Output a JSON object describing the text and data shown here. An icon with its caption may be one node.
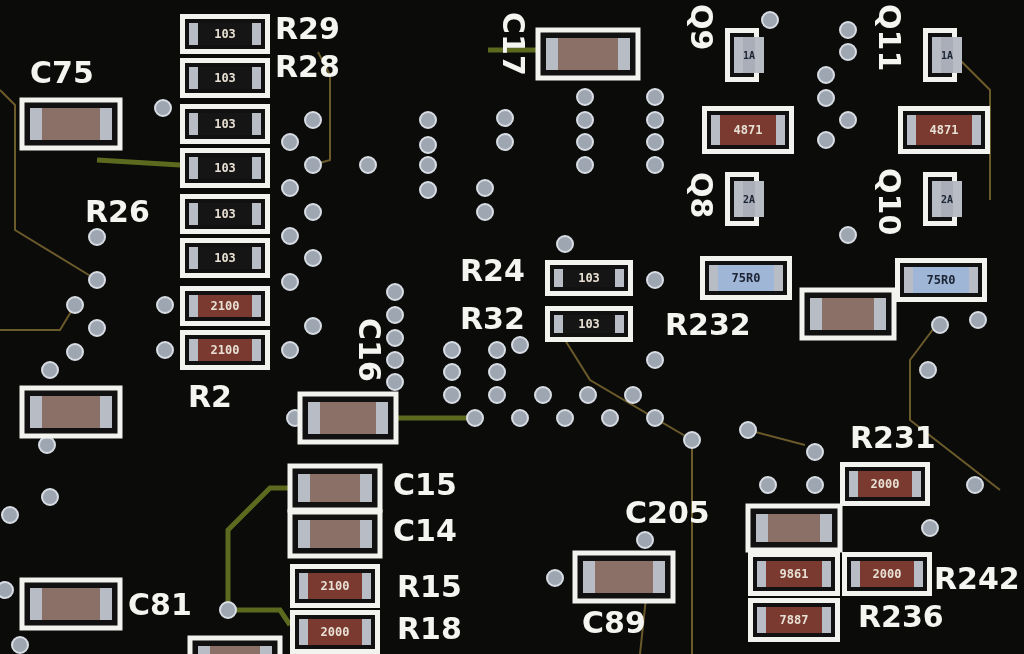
{
  "diagram": {
    "nodes": [
      {
        "text": [
          "103"
        ]
      },
      {
        "text": [
          "103"
        ]
      },
      {
        "text": [
          "103"
        ]
      },
      {
        "text": [
          "103"
        ]
      },
      {
        "text": [
          "103"
        ]
      },
      {
        "text": [
          "103"
        ]
      },
      {
        "text": [
          "2100"
        ]
      },
      {
        "text": [
          "2100"
        ]
      },
      {
        "text": [
          "103"
        ]
      },
      {
        "text": [
          "103"
        ]
      },
      {
        "text": [
          "1A"
        ]
      },
      {
        "text": [
          "4871"
        ]
      },
      {
        "text": [
          "2A"
        ]
      },
      {
        "text": [
          "75R0"
        ]
      },
      {
        "text": [
          "1A"
        ]
      },
      {
        "text": [
          "4871"
        ]
      },
      {
        "text": [
          "2A"
        ]
      },
      {
        "text": [
          "75R0"
        ]
      },
      {
        "text": [
          "2000"
        ]
      },
      {
        "text": [
          "9861"
        ]
      },
      {
        "text": [
          "2000"
        ]
      },
      {
        "text": [
          "7887"
        ]
      },
      {
        "text": [
          "2100"
        ]
      },
      {
        "text": [
          "2000"
        ]
      }
    ],
    "labels": [
      "C75",
      "R29",
      "R28",
      "R26",
      "R2",
      "C17",
      "C16",
      "R24",
      "R32",
      "R232",
      "Q9",
      "Q8",
      "Q11",
      "Q10",
      "R231",
      "C15",
      "C14",
      "C205",
      "R15",
      "R18",
      "C81",
      "C89",
      "R242",
      "R236"
    ]
  }
}
